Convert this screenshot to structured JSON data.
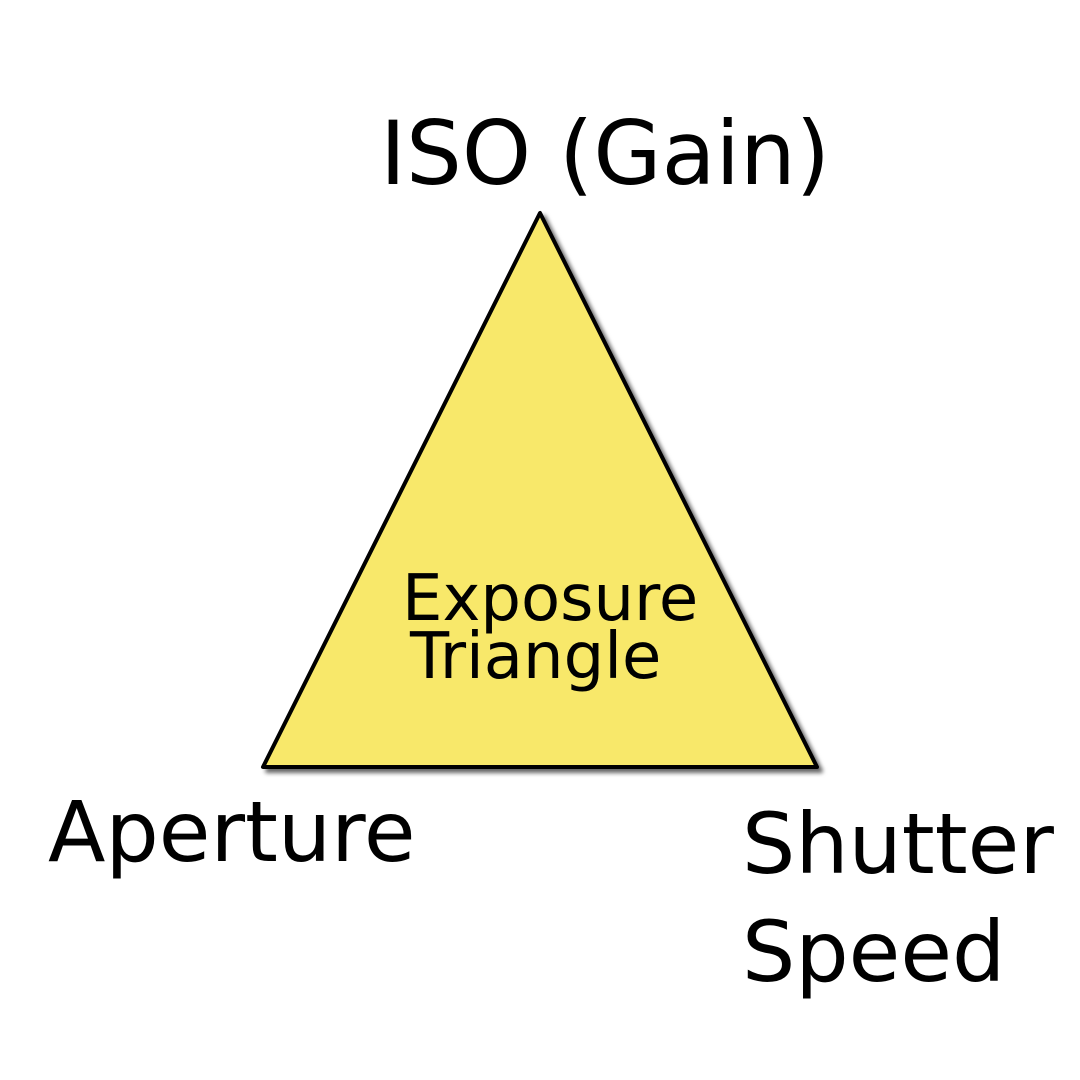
{
  "labels": {
    "top": "ISO (Gain)",
    "bottom_left": "Aperture",
    "bottom_right_line1": "Shutter",
    "bottom_right_line2": "Speed",
    "center_line1": "Exposure",
    "center_line2": "Triangle"
  },
  "colors": {
    "triangle_fill": "#F8E86A",
    "triangle_stroke": "#000000"
  }
}
